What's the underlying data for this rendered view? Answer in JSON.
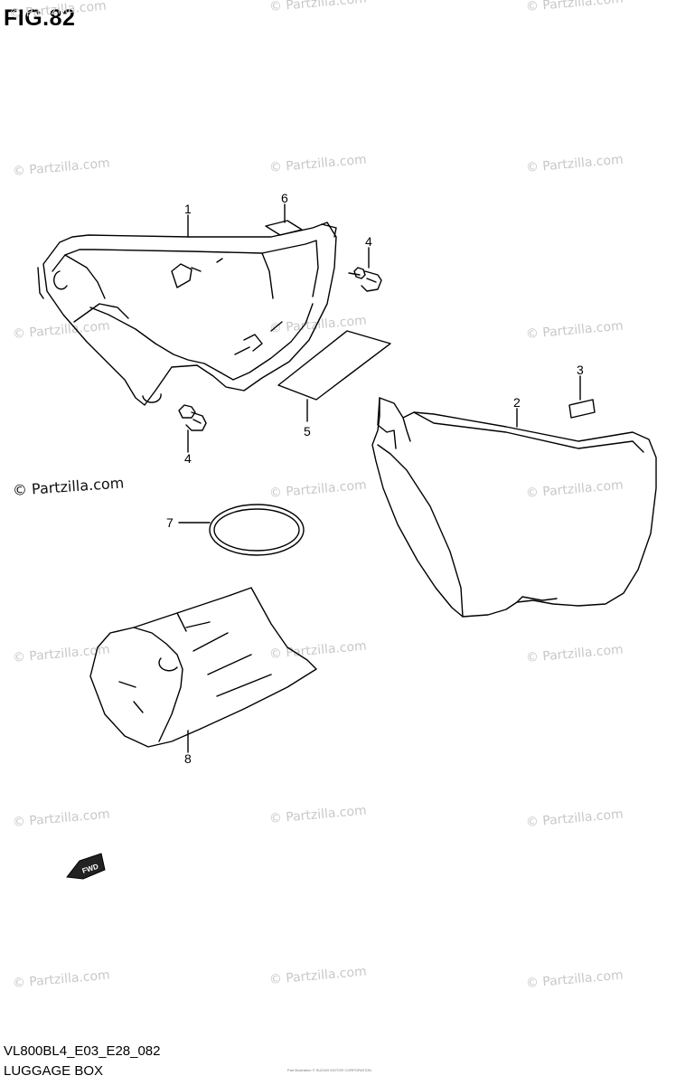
{
  "figure": {
    "title": "FIG.82"
  },
  "watermark": {
    "text": "© Partzilla.com"
  },
  "copyright": {
    "text": "© Partzilla.com"
  },
  "callouts": [
    "1",
    "2",
    "3",
    "4",
    "4",
    "5",
    "6",
    "7",
    "8"
  ],
  "fwd_label": "FWD",
  "footer": {
    "code": "VL800BL4_E03_E28_082",
    "title": "LUGGAGE BOX",
    "fine_print": "Part illustration © SUZUKI MOTOR CORPORATION"
  }
}
